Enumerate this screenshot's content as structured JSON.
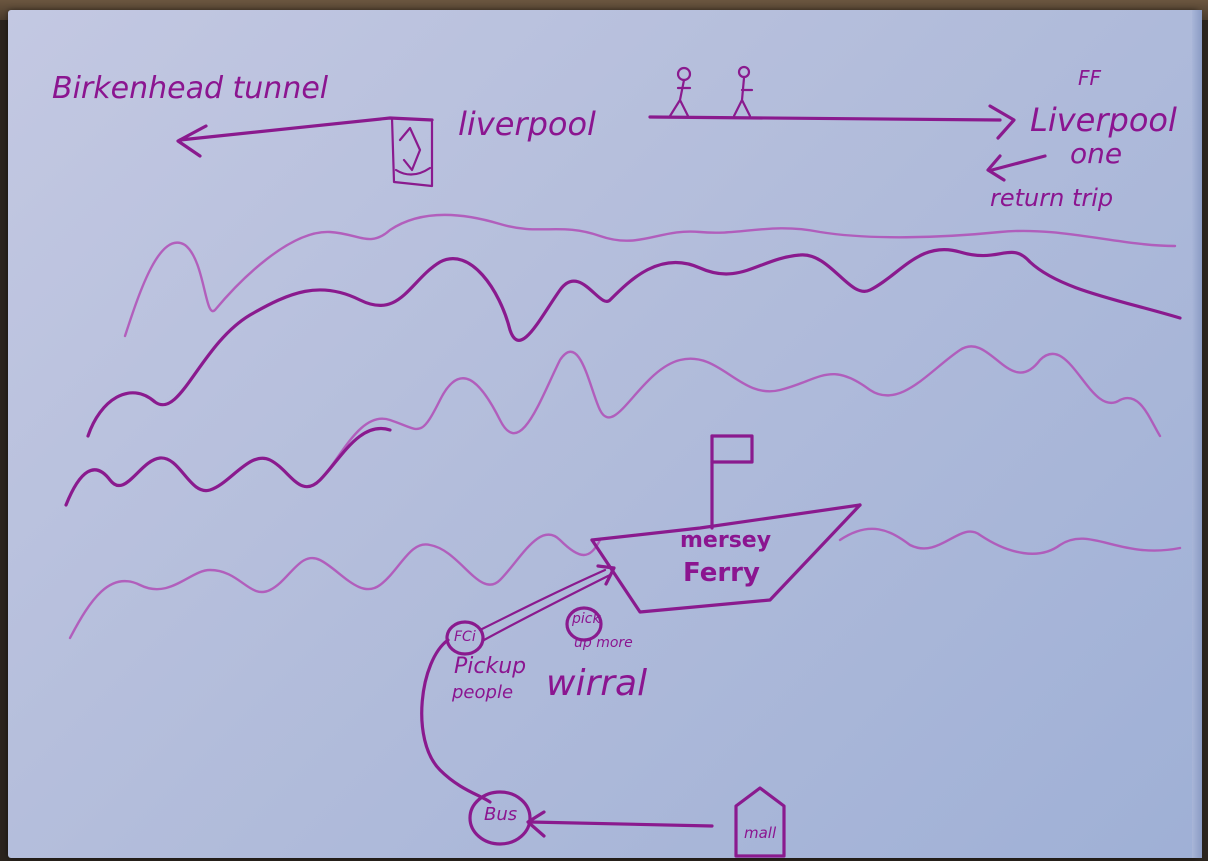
{
  "labels": {
    "birkenhead_tunnel": "Birkenhead tunnel",
    "liverpool": "liverpool",
    "ff": "FF",
    "liverpool_one_line1": "Liverpool",
    "liverpool_one_line2": "one",
    "return_trip": "return trip",
    "mersey_ferry_line1": "mersey",
    "mersey_ferry_line2": "Ferry",
    "pickup_circle": "FCi",
    "pickup_people_line1": "Pickup",
    "pickup_people_line2": "people",
    "pick_up_more_line1": "pick",
    "pick_up_more_line2": "up more",
    "wirral": "wirral",
    "bus": "Bus",
    "mall": "mall"
  },
  "colors": {
    "ink": "#8a1a8e",
    "paper": "#b3bddb"
  }
}
